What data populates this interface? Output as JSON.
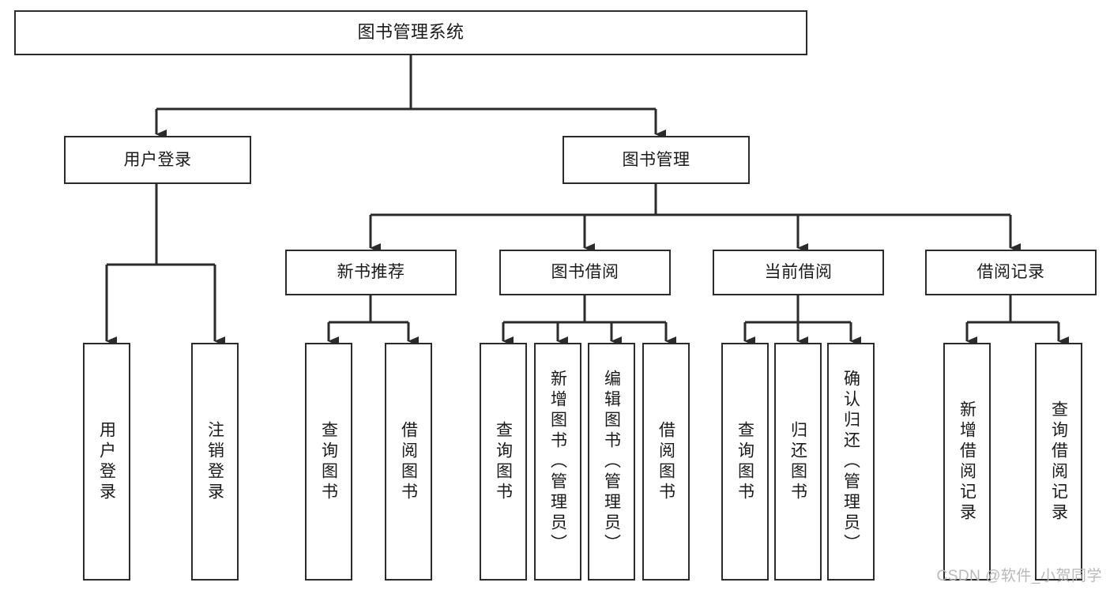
{
  "diagram": {
    "title": "图书管理系统",
    "type": "tree-hierarchy",
    "orientation": "top-down",
    "colors": {
      "box_stroke": "#2b2b2b",
      "box_fill": "#ffffff",
      "connector": "#2b2b2b",
      "text": "#1a1a1a",
      "watermark": "#b9b9b9",
      "page_background": "#ffffff"
    },
    "nodes": {
      "root": {
        "label": "图书管理系统"
      },
      "level1": [
        {
          "label": "用户登录"
        },
        {
          "label": "图书管理"
        }
      ],
      "level2": [
        {
          "label": "新书推荐"
        },
        {
          "label": "图书借阅"
        },
        {
          "label": "当前借阅"
        },
        {
          "label": "借阅记录"
        }
      ],
      "leaves": {
        "user_login": [
          {
            "label": "用户登录"
          },
          {
            "label": "注销登录"
          }
        ],
        "new_book_recommend": [
          {
            "label": "查询图书"
          },
          {
            "label": "借阅图书"
          }
        ],
        "book_borrow": [
          {
            "label": "查询图书"
          },
          {
            "label": "新增图书（管理员）"
          },
          {
            "label": "编辑图书（管理员）"
          },
          {
            "label": "借阅图书"
          }
        ],
        "current_borrow": [
          {
            "label": "查询图书"
          },
          {
            "label": "归还图书"
          },
          {
            "label": "确认归还（管理员）"
          }
        ],
        "borrow_record": [
          {
            "label": "新增借阅记录"
          },
          {
            "label": "查询借阅记录"
          }
        ]
      }
    },
    "watermark": "CSDN @软件_小贺同学"
  }
}
